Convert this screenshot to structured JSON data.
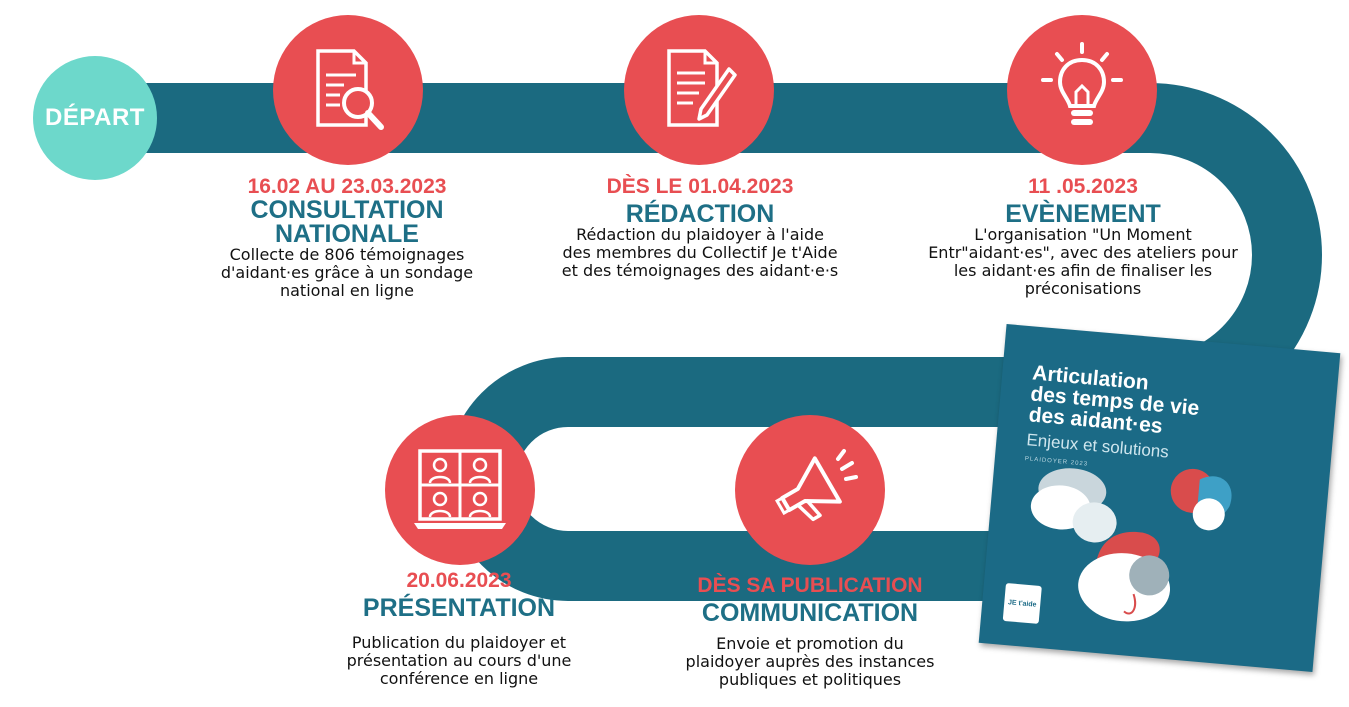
{
  "start_label": "DÉPART",
  "steps": [
    {
      "date": "16.02 AU 23.03.2023",
      "title_line1": "CONSULTATION",
      "title_line2": "NATIONALE",
      "desc_lines": [
        "Collecte de 806 témoignages",
        "d'aidant·es grâce à un sondage",
        "national en ligne"
      ],
      "icon": "document-search-icon"
    },
    {
      "date": "DÈS LE 01.04.2023",
      "title_line1": "RÉDACTION",
      "desc_lines": [
        "Rédaction du plaidoyer à l'aide",
        "des membres du Collectif Je t'Aide",
        "et des témoignages des aidant·e·s"
      ],
      "icon": "document-pen-icon"
    },
    {
      "date": "11 .05.2023",
      "title_line1": "EVÈNEMENT",
      "desc_lines": [
        "L'organisation \"Un Moment",
        "Entr\"aidant·es\", avec des ateliers pour",
        "les aidant·es  afin de finaliser les",
        "préconisations"
      ],
      "icon": "lightbulb-icon"
    },
    {
      "date": "20.06.2023",
      "title_line1": "PRÉSENTATION",
      "desc_lines": [
        "Publication du plaidoyer  et",
        "présentation au cours d'une",
        "conférence en ligne"
      ],
      "icon": "video-conference-icon"
    },
    {
      "date": "DÈS SA PUBLICATION",
      "title_line1": "COMMUNICATION",
      "desc_lines": [
        "Envoie et promotion du",
        "plaidoyer auprès des instances",
        "publiques et politiques"
      ],
      "icon": "megaphone-icon"
    }
  ],
  "book": {
    "title_lines": [
      "Articulation",
      "des temps de vie",
      "des aidant·es"
    ],
    "subtitle": "Enjeux et solutions",
    "pre_title": "PLAIDOYER 2023",
    "logo_text": "JE t'aide"
  },
  "colors": {
    "road": "#1b6a80",
    "circle": "#e84e52",
    "start": "#6dd8cb",
    "title": "#1e6f86",
    "date": "#e84e52"
  }
}
